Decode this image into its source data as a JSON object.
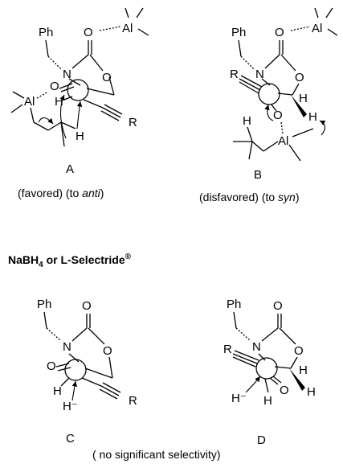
{
  "structures": {
    "A": {
      "letter": "A",
      "caption_state": "(favored)",
      "caption_to": "(to ",
      "caption_stereo": "anti",
      "caption_close": ")",
      "atoms": {
        "ph": "Ph",
        "n": "N",
        "o_carbonyl": "O",
        "o_ring": "O",
        "o_ald": "O",
        "al_top": "Al",
        "al_left": "Al",
        "h_ald": "H",
        "h_hydride": "H",
        "r": "R"
      }
    },
    "B": {
      "letter": "B",
      "caption_state": "(disfavored)",
      "caption_to": "(to ",
      "caption_stereo": "syn",
      "caption_close": ")",
      "atoms": {
        "ph": "Ph",
        "n": "N",
        "o_carbonyl": "O",
        "o_ring": "O",
        "o_ald": "O",
        "al_top": "Al",
        "al_bottom": "Al",
        "h_ring": "H",
        "h_ring2": "H",
        "h_hydride": "H",
        "r": "R"
      }
    },
    "C": {
      "letter": "C",
      "atoms": {
        "ph": "Ph",
        "n": "N",
        "o_carbonyl": "O",
        "o_ring": "O",
        "o_ald": "O",
        "h_ald": "H",
        "hydride": "H⁻",
        "r": "R"
      }
    },
    "D": {
      "letter": "D",
      "atoms": {
        "ph": "Ph",
        "n": "N",
        "o_carbonyl": "O",
        "o_ring": "O",
        "o_ald": "O",
        "h_ring": "H",
        "h_ring2": "H",
        "h_ald": "H",
        "hydride": "H⁻",
        "r": "R"
      }
    }
  },
  "reagent_heading": {
    "prefix": "NaBH",
    "sub": "4",
    "suffix": " or L-Selectride",
    "sup": "®"
  },
  "bottom_caption": "( no significant selectivity)"
}
